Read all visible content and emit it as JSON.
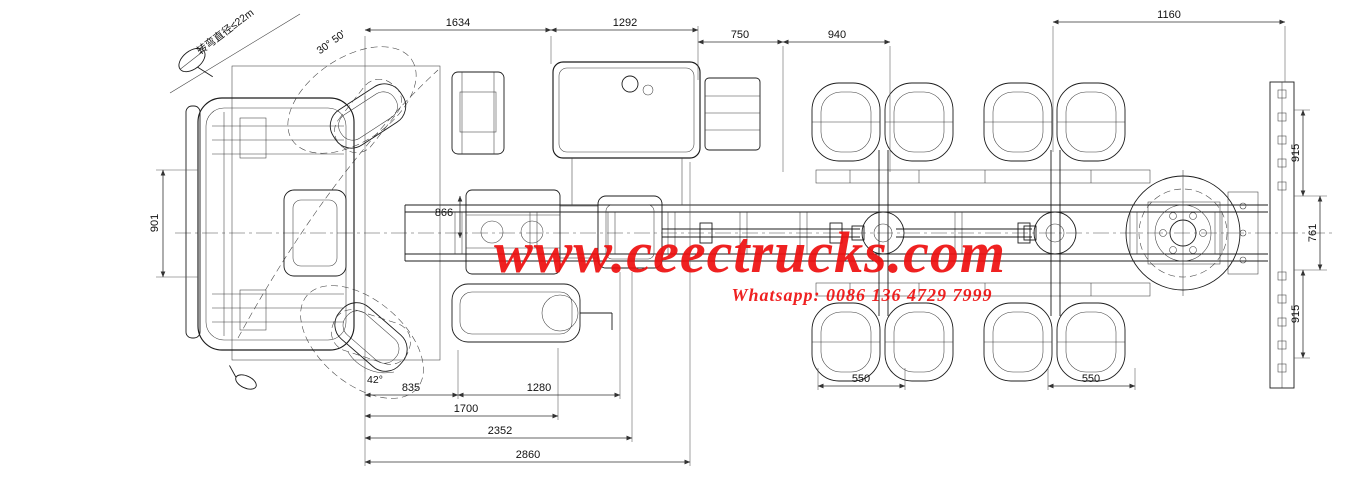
{
  "drawing": {
    "annotations": {
      "turning_diameter": "转弯直径≤22m",
      "inner_steer_angle": "30° 50'",
      "outer_steer_angle": "42°"
    },
    "dims_top": {
      "d1634": "1634",
      "d1292": "1292",
      "d750": "750",
      "d940": "940",
      "d1160": "1160"
    },
    "dims_left": {
      "d901": "901"
    },
    "dims_mid": {
      "d866": "866"
    },
    "dims_right": {
      "d915a": "915",
      "d761": "761",
      "d915b": "915"
    },
    "dims_bottom": {
      "d835": "835",
      "d1280": "1280",
      "d1700": "1700",
      "d2352": "2352",
      "d2860": "2860",
      "d550a": "550",
      "d550b": "550"
    }
  },
  "watermark": {
    "site": "www.ceectrucks.com",
    "contact": "Whatsapp: 0086 136 4729 7999",
    "color": "#ee0f0f"
  },
  "colors": {
    "line": "#1c1c1c",
    "background": "#ffffff"
  }
}
